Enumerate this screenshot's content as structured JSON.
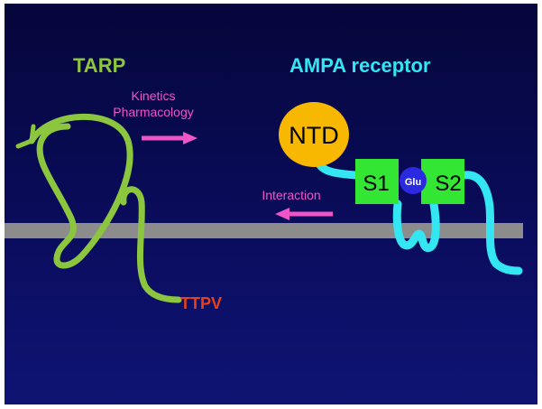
{
  "tarp_title": "TARP",
  "ampa_title": "AMPA receptor",
  "kinetics_label": "Kinetics",
  "pharmacology_label": "Pharmacology",
  "interaction_label": "Interaction",
  "ttpv_label": "TTPV",
  "ntd_label": "NTD",
  "s1_label": "S1",
  "s2_label": "S2",
  "glu_label": "Glu",
  "colors": {
    "tarp": "#8cc63f",
    "ampa": "#33e6f2",
    "arrow": "#f055c8",
    "ttpv": "#e8401a",
    "membrane": "#8c8c8c",
    "ntd": "#f8b800",
    "domain_box": "#33e633",
    "glu": "#2a2ae0"
  }
}
